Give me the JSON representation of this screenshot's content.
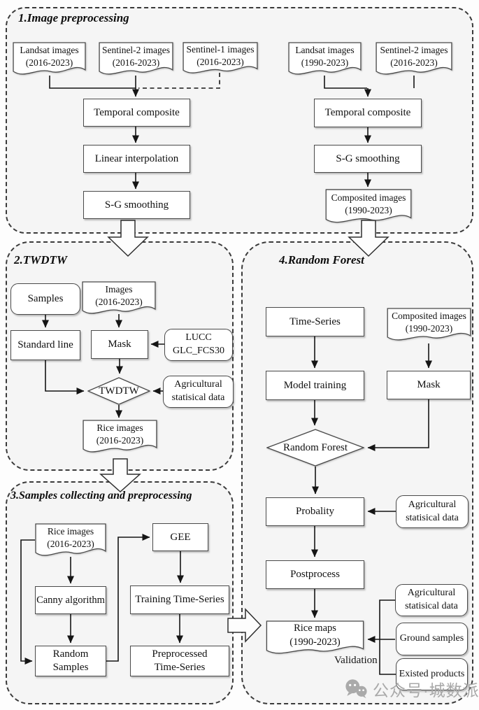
{
  "panels": {
    "p1": {
      "title": "1.Image preprocessing"
    },
    "p2": {
      "title": "2.TWDTW"
    },
    "p3": {
      "title": "3.Samples collecting and preprocessing"
    },
    "p4": {
      "title": "4.Random Forest"
    }
  },
  "nodes": {
    "landsat_2016": {
      "lines": [
        "Landsat images",
        "(2016-2023)"
      ]
    },
    "sentinel2_2016_a": {
      "lines": [
        "Sentinel-2 images",
        "(2016-2023)"
      ]
    },
    "sentinel1_2016": {
      "lines": [
        "Sentinel-1 images",
        "(2016-2023)"
      ]
    },
    "landsat_1990": {
      "lines": [
        "Landsat images",
        "(1990-2023)"
      ]
    },
    "sentinel2_2016_b": {
      "lines": [
        "Sentinel-2 images",
        "(2016-2023)"
      ]
    },
    "temporal_composite_left": {
      "text": "Temporal composite"
    },
    "linear_interpolation": {
      "text": "Linear interpolation"
    },
    "sg_smoothing_left": {
      "text": "S-G smoothing"
    },
    "temporal_composite_right": {
      "text": "Temporal composite"
    },
    "sg_smoothing_right": {
      "text": "S-G smoothing"
    },
    "composited_images_top": {
      "lines": [
        "Composited images",
        "(1990-2023)"
      ]
    },
    "samples": {
      "text": "Samples"
    },
    "images_2016": {
      "lines": [
        "Images",
        "(2016-2023)"
      ]
    },
    "standard_line": {
      "text": "Standard line"
    },
    "mask_twdtw": {
      "text": "Mask"
    },
    "lucc": {
      "lines": [
        "LUCC",
        "GLC_FCS30"
      ]
    },
    "twdtw": {
      "text": "TWDTW"
    },
    "agri_stat_twdtw": {
      "lines": [
        "Agricultural",
        "statisical data"
      ]
    },
    "rice_images_twdtw": {
      "lines": [
        "Rice images",
        "(2016-2023)"
      ]
    },
    "rice_images_samples": {
      "lines": [
        "Rice images",
        "(2016-2023)"
      ]
    },
    "canny": {
      "text": "Canny algorithm"
    },
    "random_samples": {
      "lines": [
        "Random",
        "Samples"
      ]
    },
    "gee": {
      "text": "GEE"
    },
    "training_time_series": {
      "text": "Training Time-Series"
    },
    "preprocessed_time_series": {
      "lines": [
        "Preprocessed",
        "Time-Series"
      ]
    },
    "time_series": {
      "text": "Time-Series"
    },
    "composited_images_rf": {
      "lines": [
        "Composited images",
        "(1990-2023)"
      ]
    },
    "model_training": {
      "text": "Model training"
    },
    "mask_rf": {
      "text": "Mask"
    },
    "random_forest": {
      "text": "Random Forest"
    },
    "probality": {
      "text": "Probality"
    },
    "agri_stat_rf": {
      "lines": [
        "Agricultural",
        "statisical data"
      ]
    },
    "postprocess": {
      "text": "Postprocess"
    },
    "rice_maps": {
      "lines": [
        "Rice maps",
        "(1990-2023)"
      ]
    },
    "agri_stat_validation": {
      "lines": [
        "Agricultural",
        "statisical data"
      ]
    },
    "ground_samples": {
      "text": "Ground samples"
    },
    "existed_products": {
      "text": "Existed products"
    }
  },
  "labels": {
    "validation": "Validation"
  },
  "watermark": {
    "icon": "wechat-icon",
    "text": "公众号·城数派"
  },
  "colors": {
    "line": "#151515",
    "box_border": "#4a4a4a",
    "panel_border": "#3a3a3a",
    "panel_bg": "#f5f5f5",
    "watermark": "#a9a9a9"
  }
}
